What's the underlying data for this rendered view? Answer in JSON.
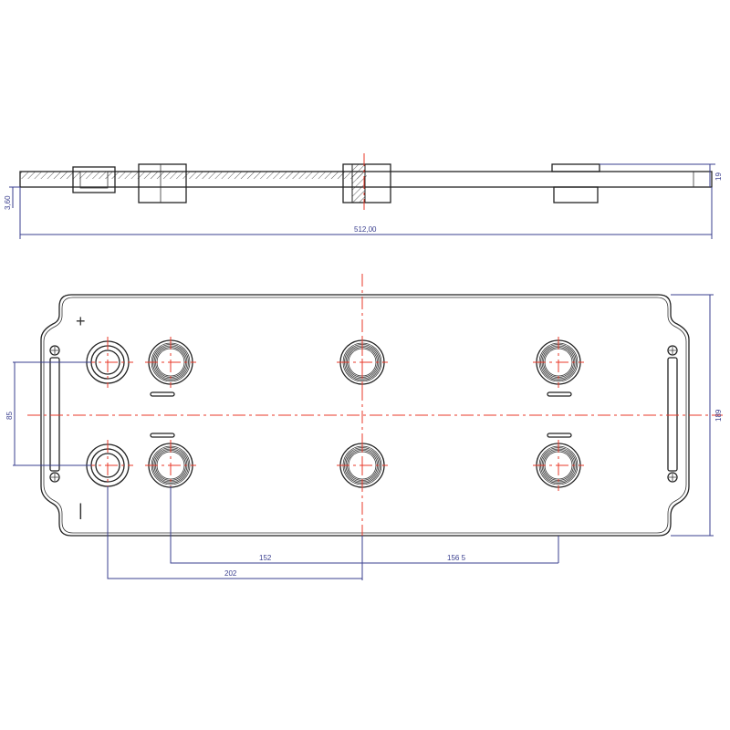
{
  "drawing": {
    "side_view": {
      "length_label": "512,00",
      "height_label": "19",
      "offset_label": "3,60"
    },
    "top_view": {
      "width_label": "189",
      "terminal_spacing_label": "85",
      "dims": {
        "d152": "152",
        "d156_5": "156 5",
        "d202": "202"
      },
      "plus_marker": "+",
      "minus_marker": "|"
    },
    "colors": {
      "outline": "#222222",
      "centerline": "#e8392a",
      "dimension": "#3a3f8f"
    }
  }
}
